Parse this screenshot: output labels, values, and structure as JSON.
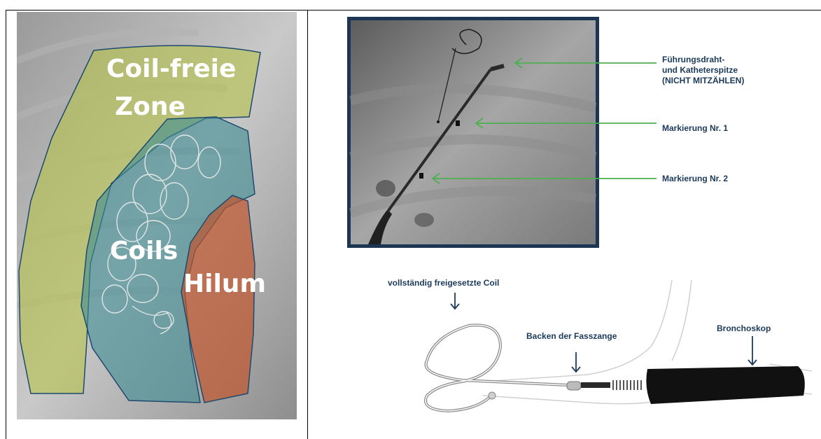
{
  "left_panel": {
    "labels": {
      "coil_free_zone_line1": "Coil-freie",
      "coil_free_zone_line2": "Zone",
      "coils": "Coils",
      "hilum": "Hilum"
    },
    "colors": {
      "coil_free_zone": "#b5c14a",
      "coils": "#3d8c93",
      "hilum": "#c0542c",
      "outline": "#1e4a6e"
    }
  },
  "fluoro_panel": {
    "annotations": {
      "guidewire_line1": "Führungsdraht-",
      "guidewire_line2": "und Katheterspitze",
      "guidewire_line3": "(NICHT MITZÄHLEN)",
      "marker1": "Markierung Nr. 1",
      "marker2": "Markierung Nr. 2"
    },
    "colors": {
      "arrow": "#4caf50",
      "frame": "#1c3552",
      "text": "#1b3a5a"
    }
  },
  "diagram_panel": {
    "annotations": {
      "coil": "vollständig freigesetzte Coil",
      "forceps": "Backen der Fasszange",
      "bronchoscope": "Bronchoskop"
    },
    "colors": {
      "arrow": "#1b3a5a",
      "scope": "#111111"
    }
  }
}
